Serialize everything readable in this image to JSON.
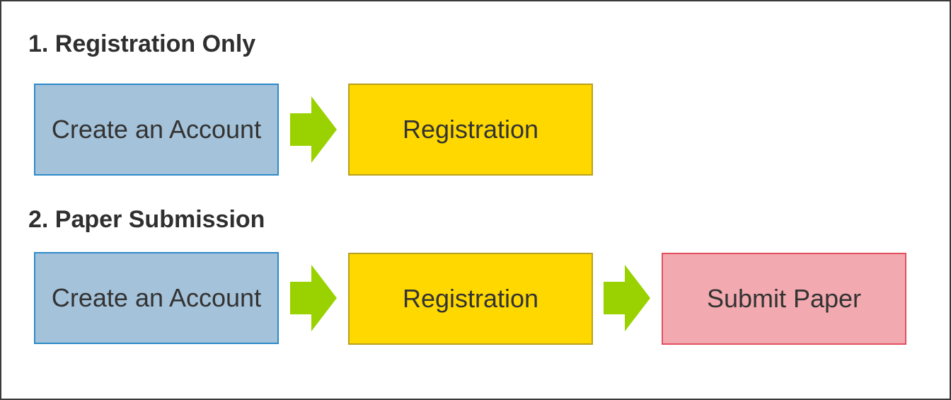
{
  "colors": {
    "account_fill": "#a4c2d9",
    "account_border": "#2e8bc9",
    "registration_fill": "#ffd800",
    "registration_border": "#b8a11e",
    "submit_fill": "#f2aab0",
    "submit_border": "#e0505e",
    "arrow": "#99d200",
    "frame": "#3a3a3a"
  },
  "sections": [
    {
      "title": "1. Registration Only",
      "steps": [
        "Create an Account",
        "Registration"
      ]
    },
    {
      "title": "2. Paper Submission",
      "steps": [
        "Create an Account",
        "Registration",
        "Submit Paper"
      ]
    }
  ],
  "icons": {
    "step_arrow": "right-arrow-icon"
  }
}
